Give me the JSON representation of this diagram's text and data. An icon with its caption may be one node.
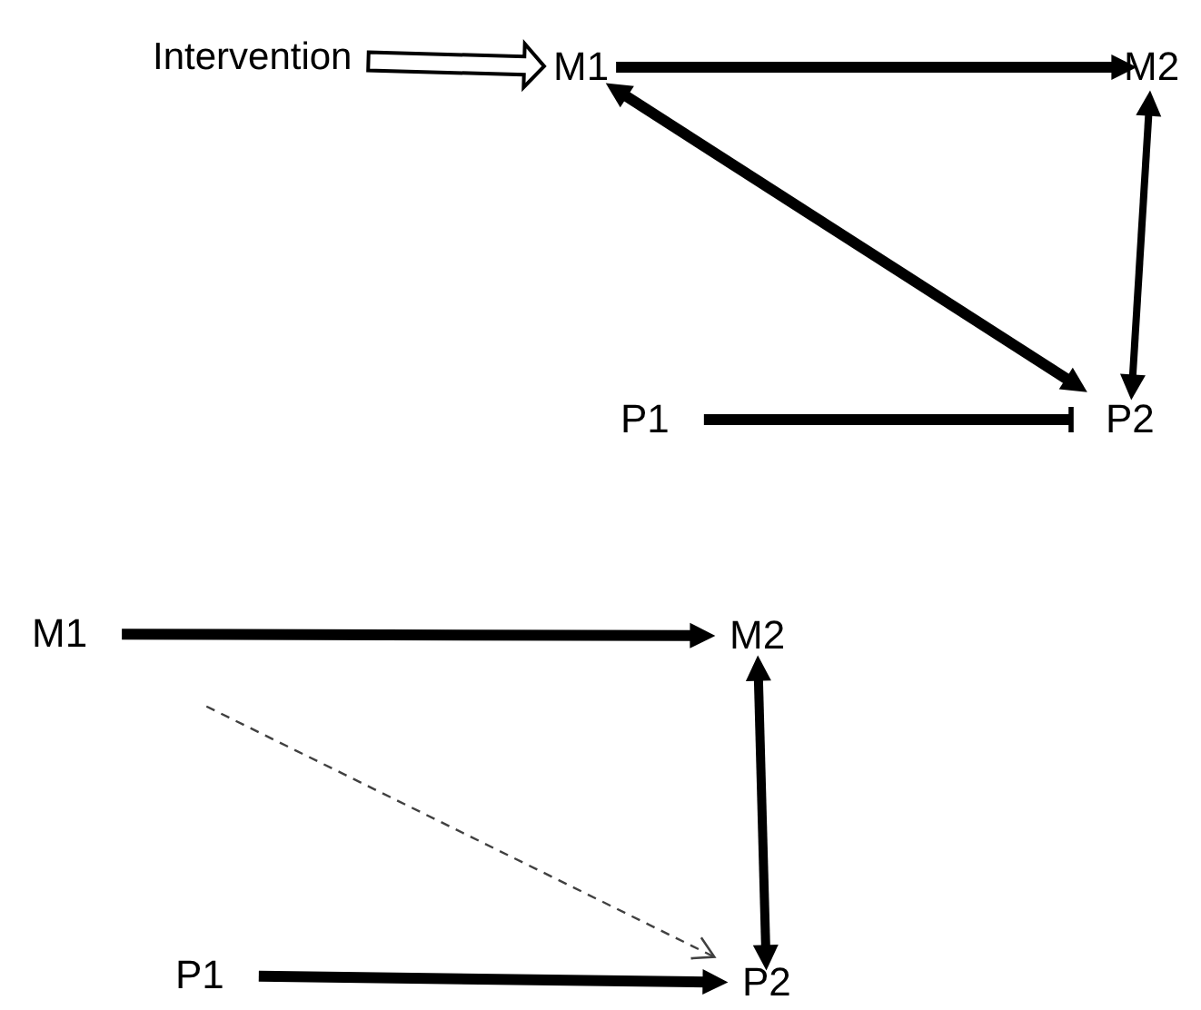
{
  "diagram": {
    "nodes": [
      {
        "text": [
          "Intervention"
        ]
      },
      {
        "text": [
          "M1"
        ]
      },
      {
        "text": [
          "M2"
        ]
      },
      {
        "text": [
          "P1"
        ]
      },
      {
        "text": [
          "P2"
        ]
      },
      {
        "text": [
          "M1"
        ]
      },
      {
        "text": [
          "M2"
        ]
      },
      {
        "text": [
          "P1"
        ]
      },
      {
        "text": [
          "P2"
        ]
      }
    ],
    "edges": [
      {
        "from": 0,
        "to": 1,
        "arrow": "to"
      },
      {
        "from": 1,
        "to": 2,
        "arrow": "to"
      },
      {
        "from": 4,
        "to": 1,
        "arrow": "both"
      },
      {
        "from": 2,
        "to": 4,
        "arrow": "both"
      },
      {
        "from": 3,
        "to": 4,
        "arrow": "other"
      },
      {
        "from": 5,
        "to": 6,
        "arrow": "to"
      },
      {
        "from": 6,
        "to": 8,
        "arrow": "both"
      },
      {
        "from": 7,
        "to": 8,
        "arrow": "to"
      },
      {
        "from": 5,
        "to": 8,
        "arrow": "to",
        "style": "dashed",
        "color": "#404040"
      }
    ]
  }
}
